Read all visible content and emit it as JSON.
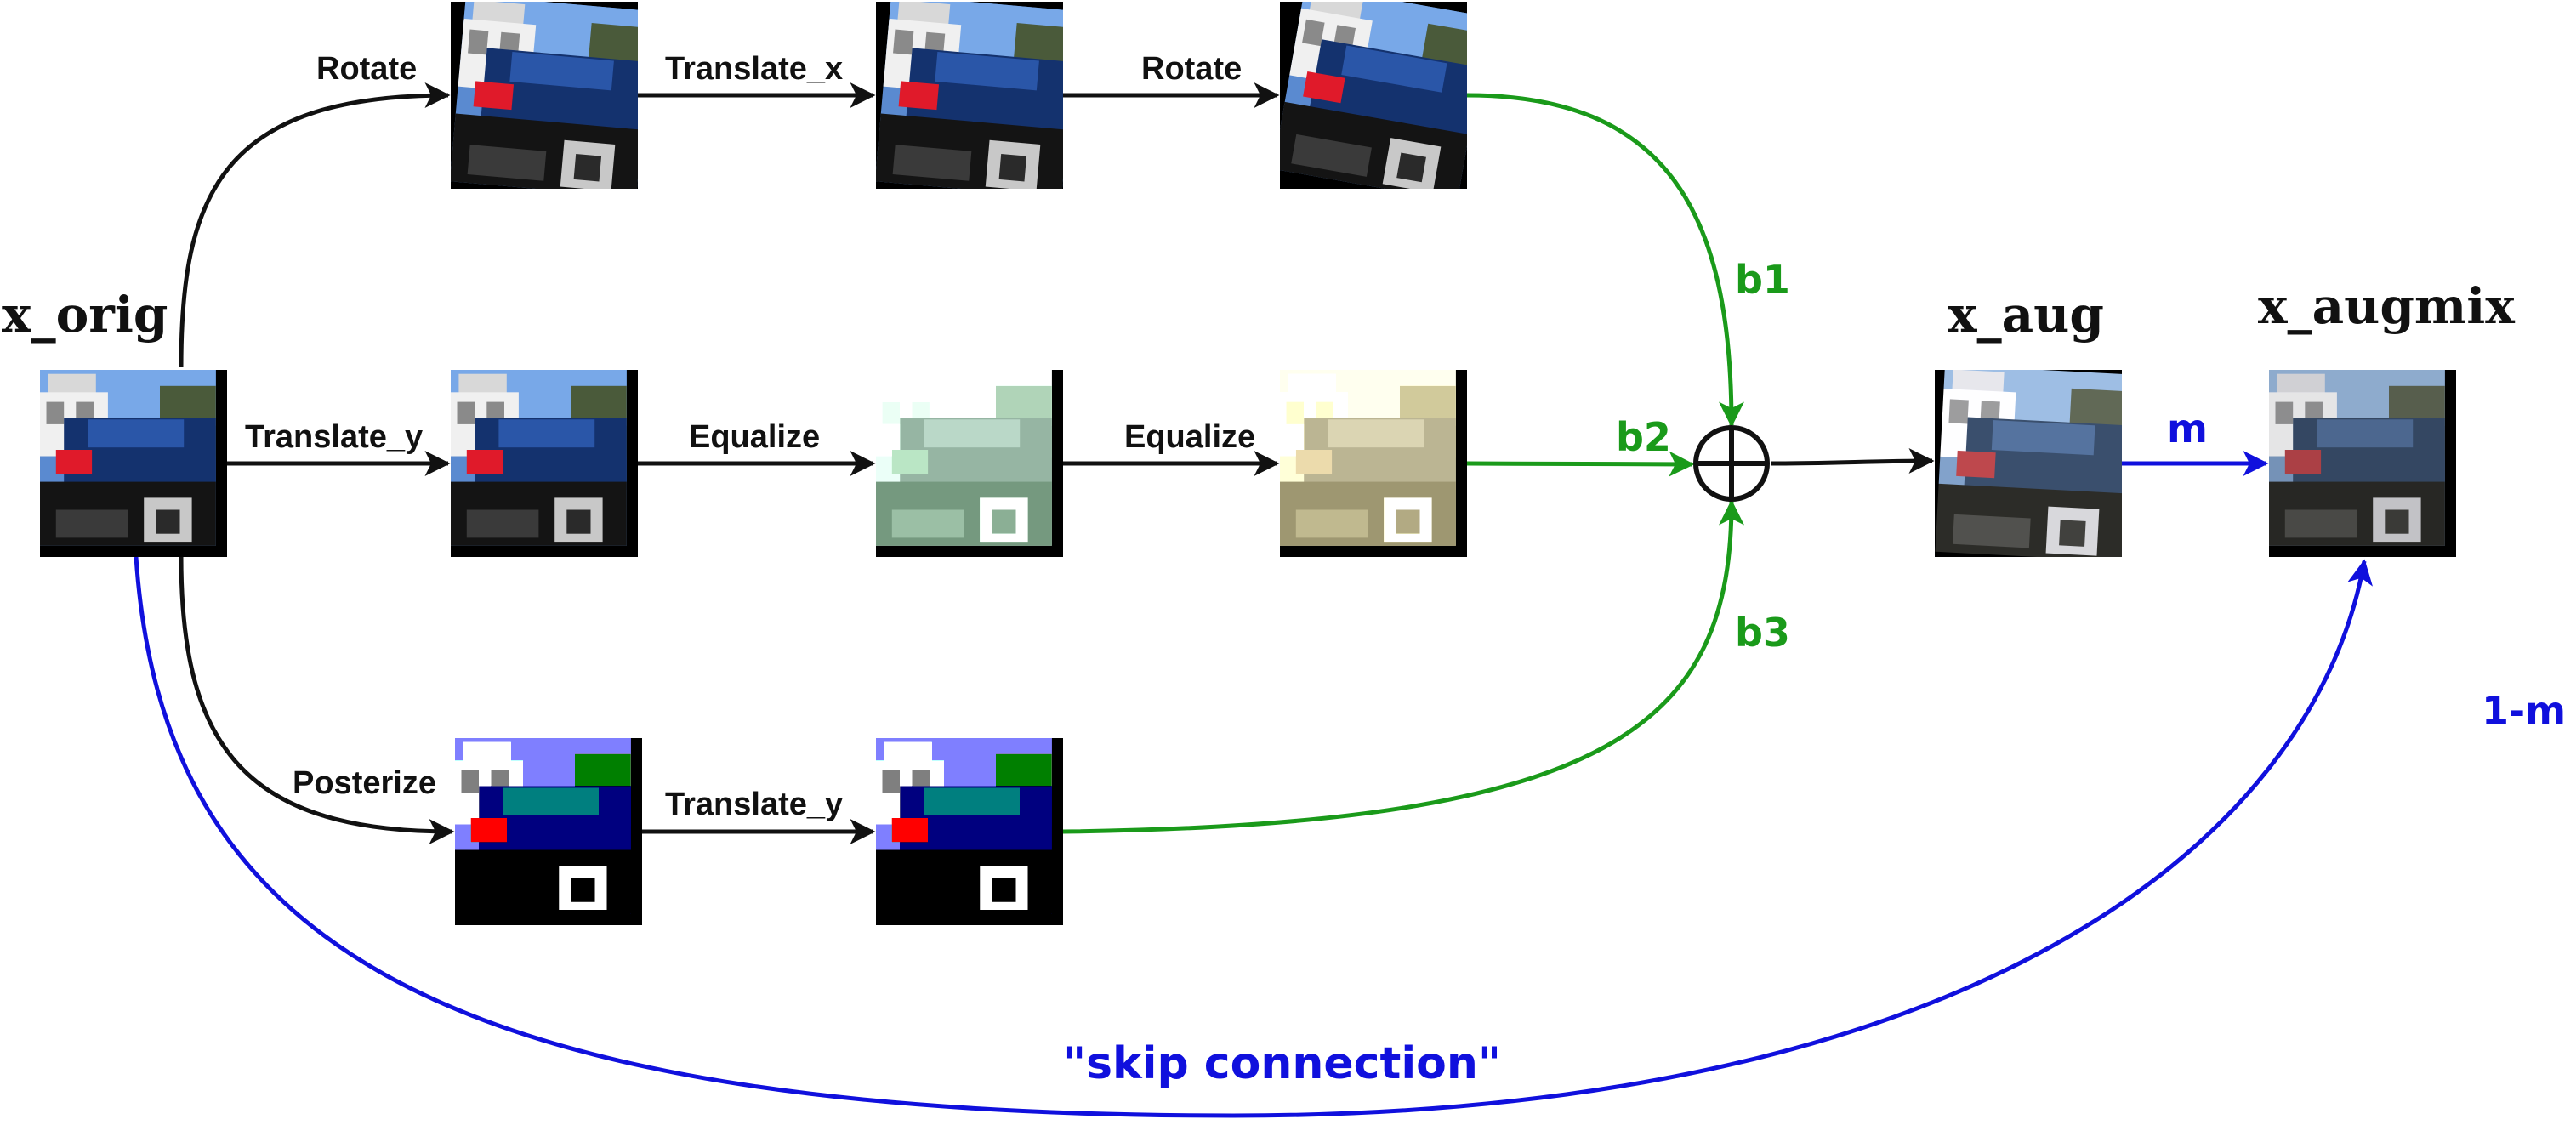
{
  "titles": {
    "orig": "x_orig",
    "aug": "x_aug",
    "augmix": "x_augmix"
  },
  "chain1": [
    "Rotate",
    "Translate_x",
    "Rotate"
  ],
  "chain2": [
    "Translate_y",
    "Equalize",
    "Equalize"
  ],
  "chain3": [
    "Posterize",
    "Translate_y"
  ],
  "weights": {
    "b1": "b1",
    "b2": "b2",
    "b3": "b3"
  },
  "mix": {
    "m": "m",
    "one_minus_m": "1-m"
  },
  "skip_label": "\"skip connection\"",
  "colors": {
    "black": "#111111",
    "green": "#1a9a1a",
    "blue": "#1010dd"
  },
  "image_tiles": [
    "original car image",
    "chain-1 step-1 image",
    "chain-1 step-2 image",
    "chain-1 step-3 image",
    "chain-2 step-1 image",
    "chain-2 step-2 equalized image",
    "chain-2 step-3 equalized image",
    "chain-3 step-1 posterized image",
    "chain-3 step-2 image",
    "mixed augmentation image",
    "augmix output image"
  ]
}
